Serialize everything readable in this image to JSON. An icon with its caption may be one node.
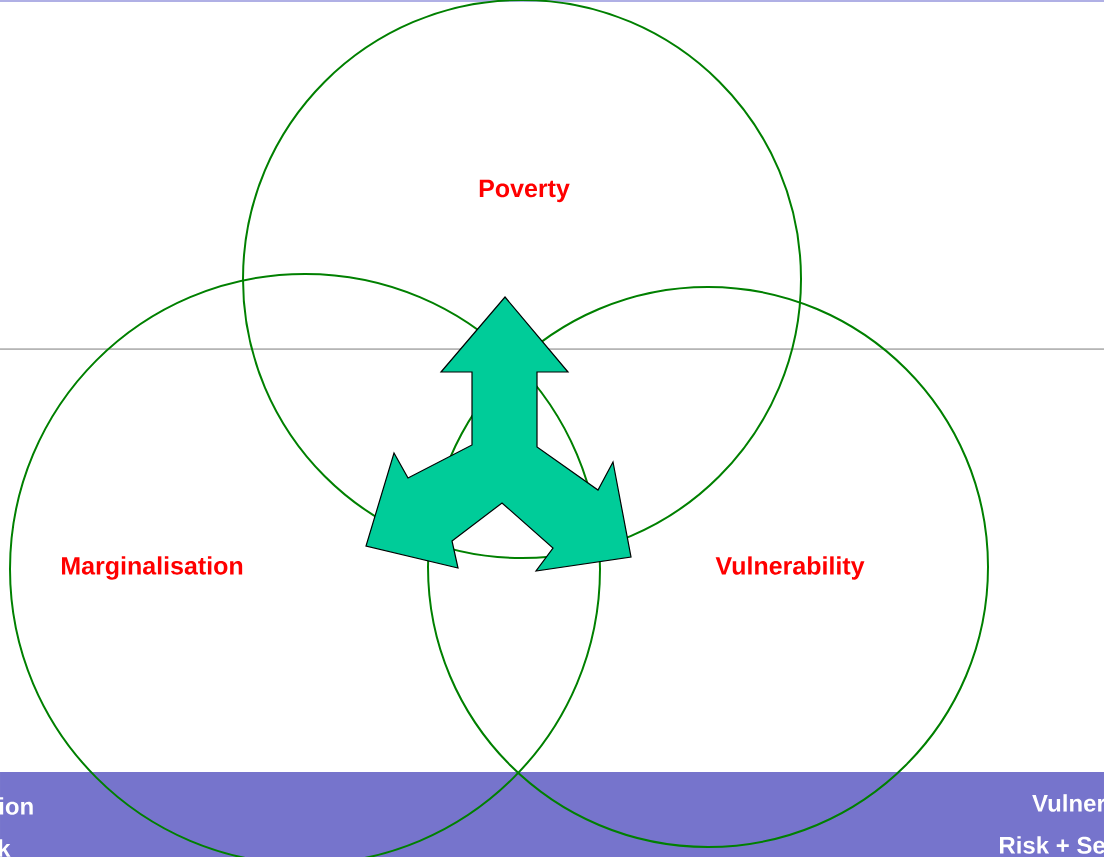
{
  "diagram": {
    "nodes": [
      {
        "text": [
          "Poverty"
        ]
      },
      {
        "text": [
          "Marginalisation"
        ]
      },
      {
        "text": [
          "Vulnerability"
        ]
      }
    ],
    "labels": [
      "ion",
      "k",
      "Vulner",
      "Risk + Se"
    ]
  }
}
